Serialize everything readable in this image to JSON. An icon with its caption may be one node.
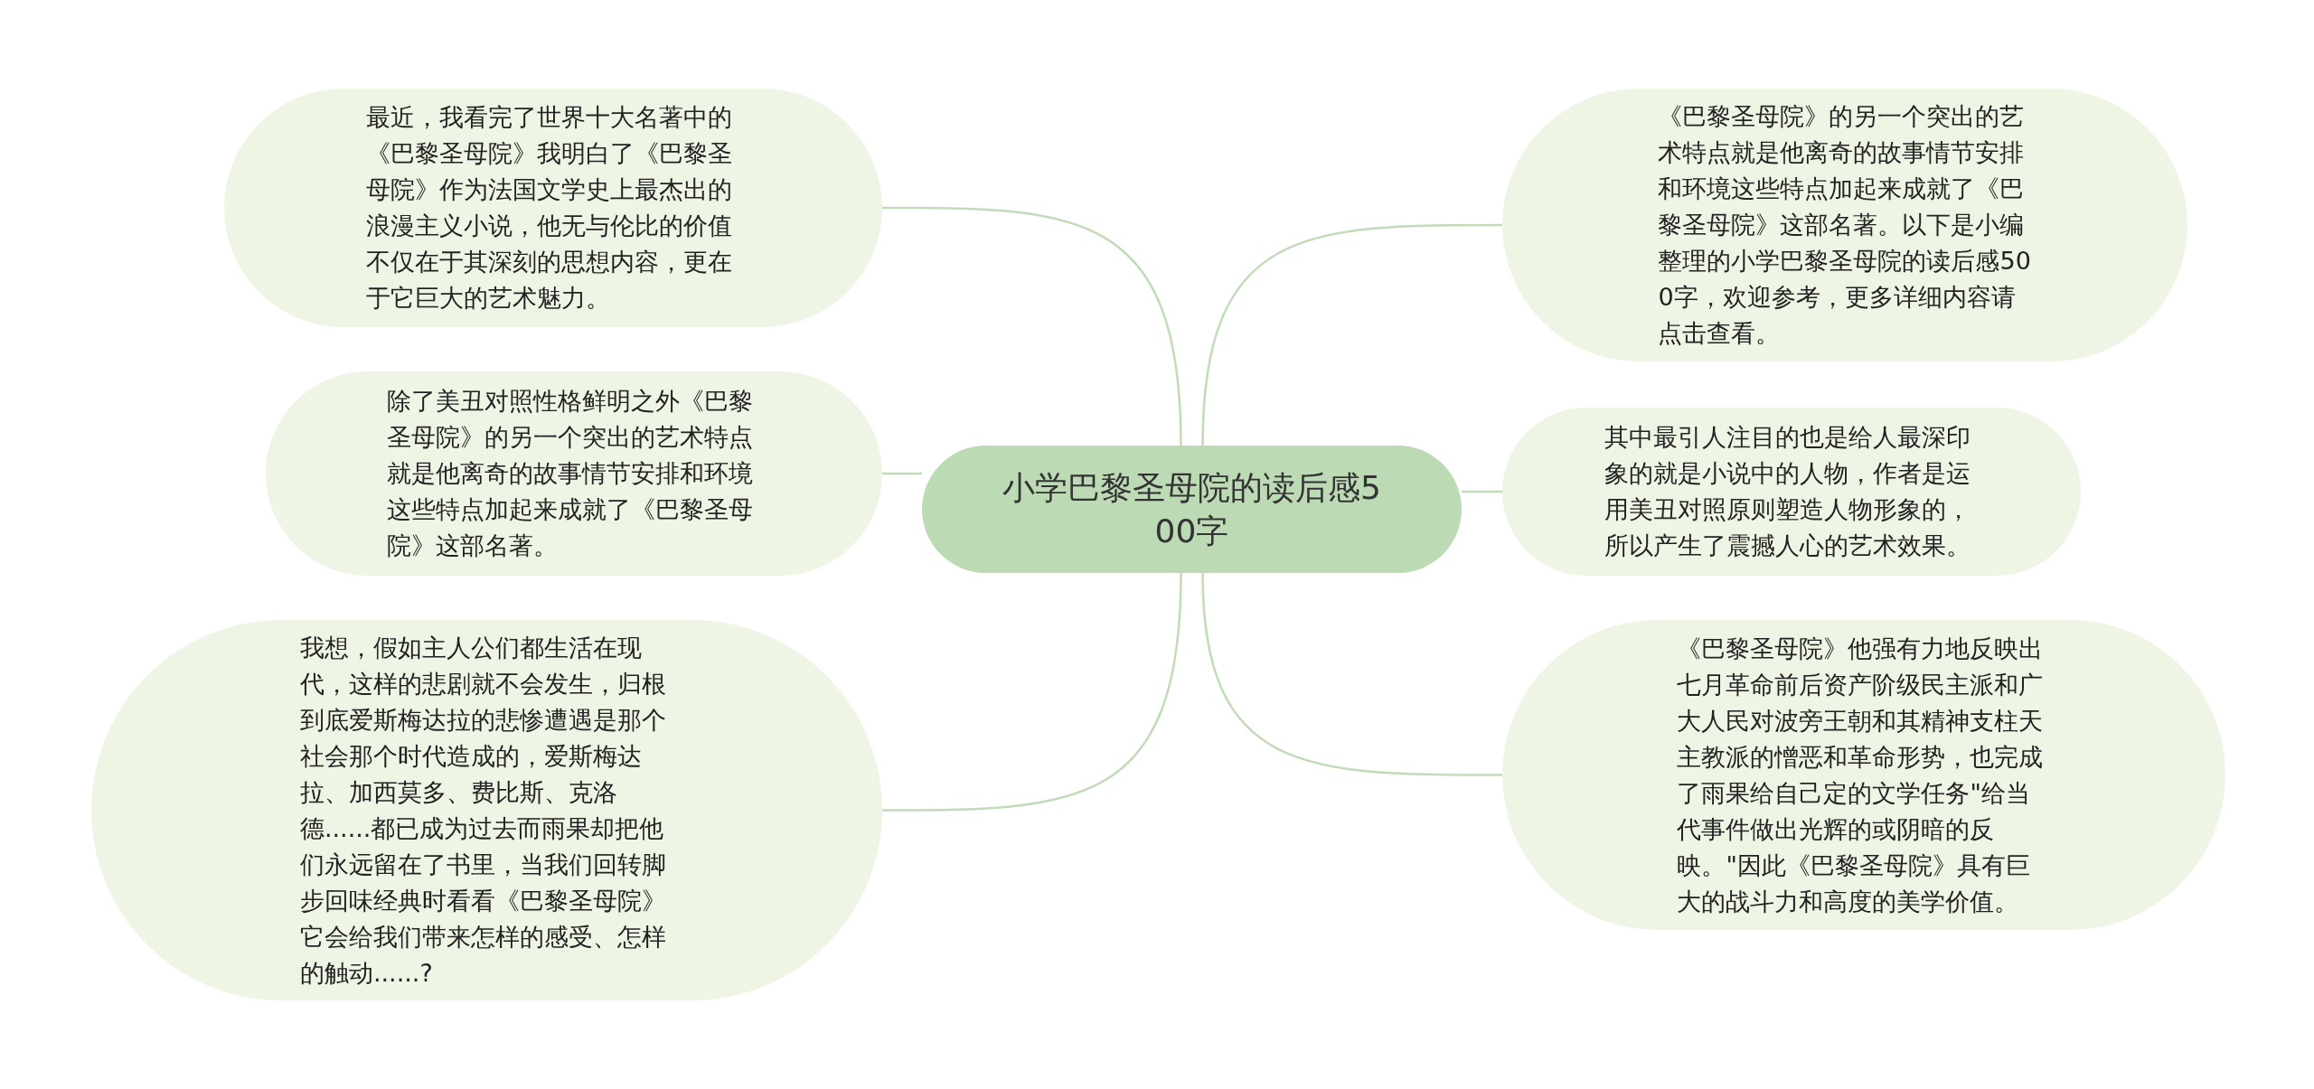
{
  "diagram": {
    "nodes": [
      {
        "text": [
          "小学巴黎圣母院的读后感500字"
        ]
      },
      {
        "text": [
          "最近，我看完了世界十大名著中的《巴黎圣母院》我明白了《巴黎圣母院》作为法国文学史上最杰出的浪漫主义小说，他无与伦比的价值不仅在于其深刻的思想内容，更在于它巨大的艺术魅力。"
        ]
      },
      {
        "text": [
          "除了美丑对照性格鲜明之外《巴黎圣母院》的另一个突出的艺术特点就是他离奇的故事情节安排和环境这些特点加起来成就了《巴黎圣母院》这部名著。"
        ]
      },
      {
        "text": [
          "我想，假如主人公们都生活在现代，这样的悲剧就不会发生，归根到底爱斯梅达拉的悲惨遭遇是那个社会那个时代造成的，爱斯梅达拉、加西莫多、费比斯、克洛德......都已成为过去而雨果却把他们永远留在了书里，当我们回转脚步回味经典时看看《巴黎圣母院》它会给我们带来怎样的感受、怎样的触动......?"
        ]
      },
      {
        "text": [
          "《巴黎圣母院》的另一个突出的艺术特点就是他离奇的故事情节安排和环境这些特点加起来成就了《巴黎圣母院》这部名著。以下是小编整理的小学巴黎圣母院的读后感500字，欢迎参考，更多详细内容请点击查看。"
        ]
      },
      {
        "text": [
          "其中最引人注目的也是给人最深印象的就是小说中的人物，作者是运用美丑对照原则塑造人物形象的，所以产生了震撼人心的艺术效果。"
        ]
      },
      {
        "text": [
          "《巴黎圣母院》他强有力地反映出七月革命前后资产阶级民主派和广大人民对波旁王朝和其精神支柱天主教派的憎恶和革命形势，也完成了雨果给自己定的文学任务\"给当代事件做出光辉的或阴暗的反映。\"因此《巴黎圣母院》具有巨大的战斗力和高度的美学价值。"
        ]
      }
    ],
    "edges": [
      {
        "from": 0,
        "to": 1,
        "arrow": "none"
      },
      {
        "from": 0,
        "to": 2,
        "arrow": "none"
      },
      {
        "from": 0,
        "to": 3,
        "arrow": "none"
      },
      {
        "from": 0,
        "to": 4,
        "arrow": "none"
      },
      {
        "from": 0,
        "to": 5,
        "arrow": "none"
      },
      {
        "from": 0,
        "to": 6,
        "arrow": "none"
      }
    ]
  }
}
